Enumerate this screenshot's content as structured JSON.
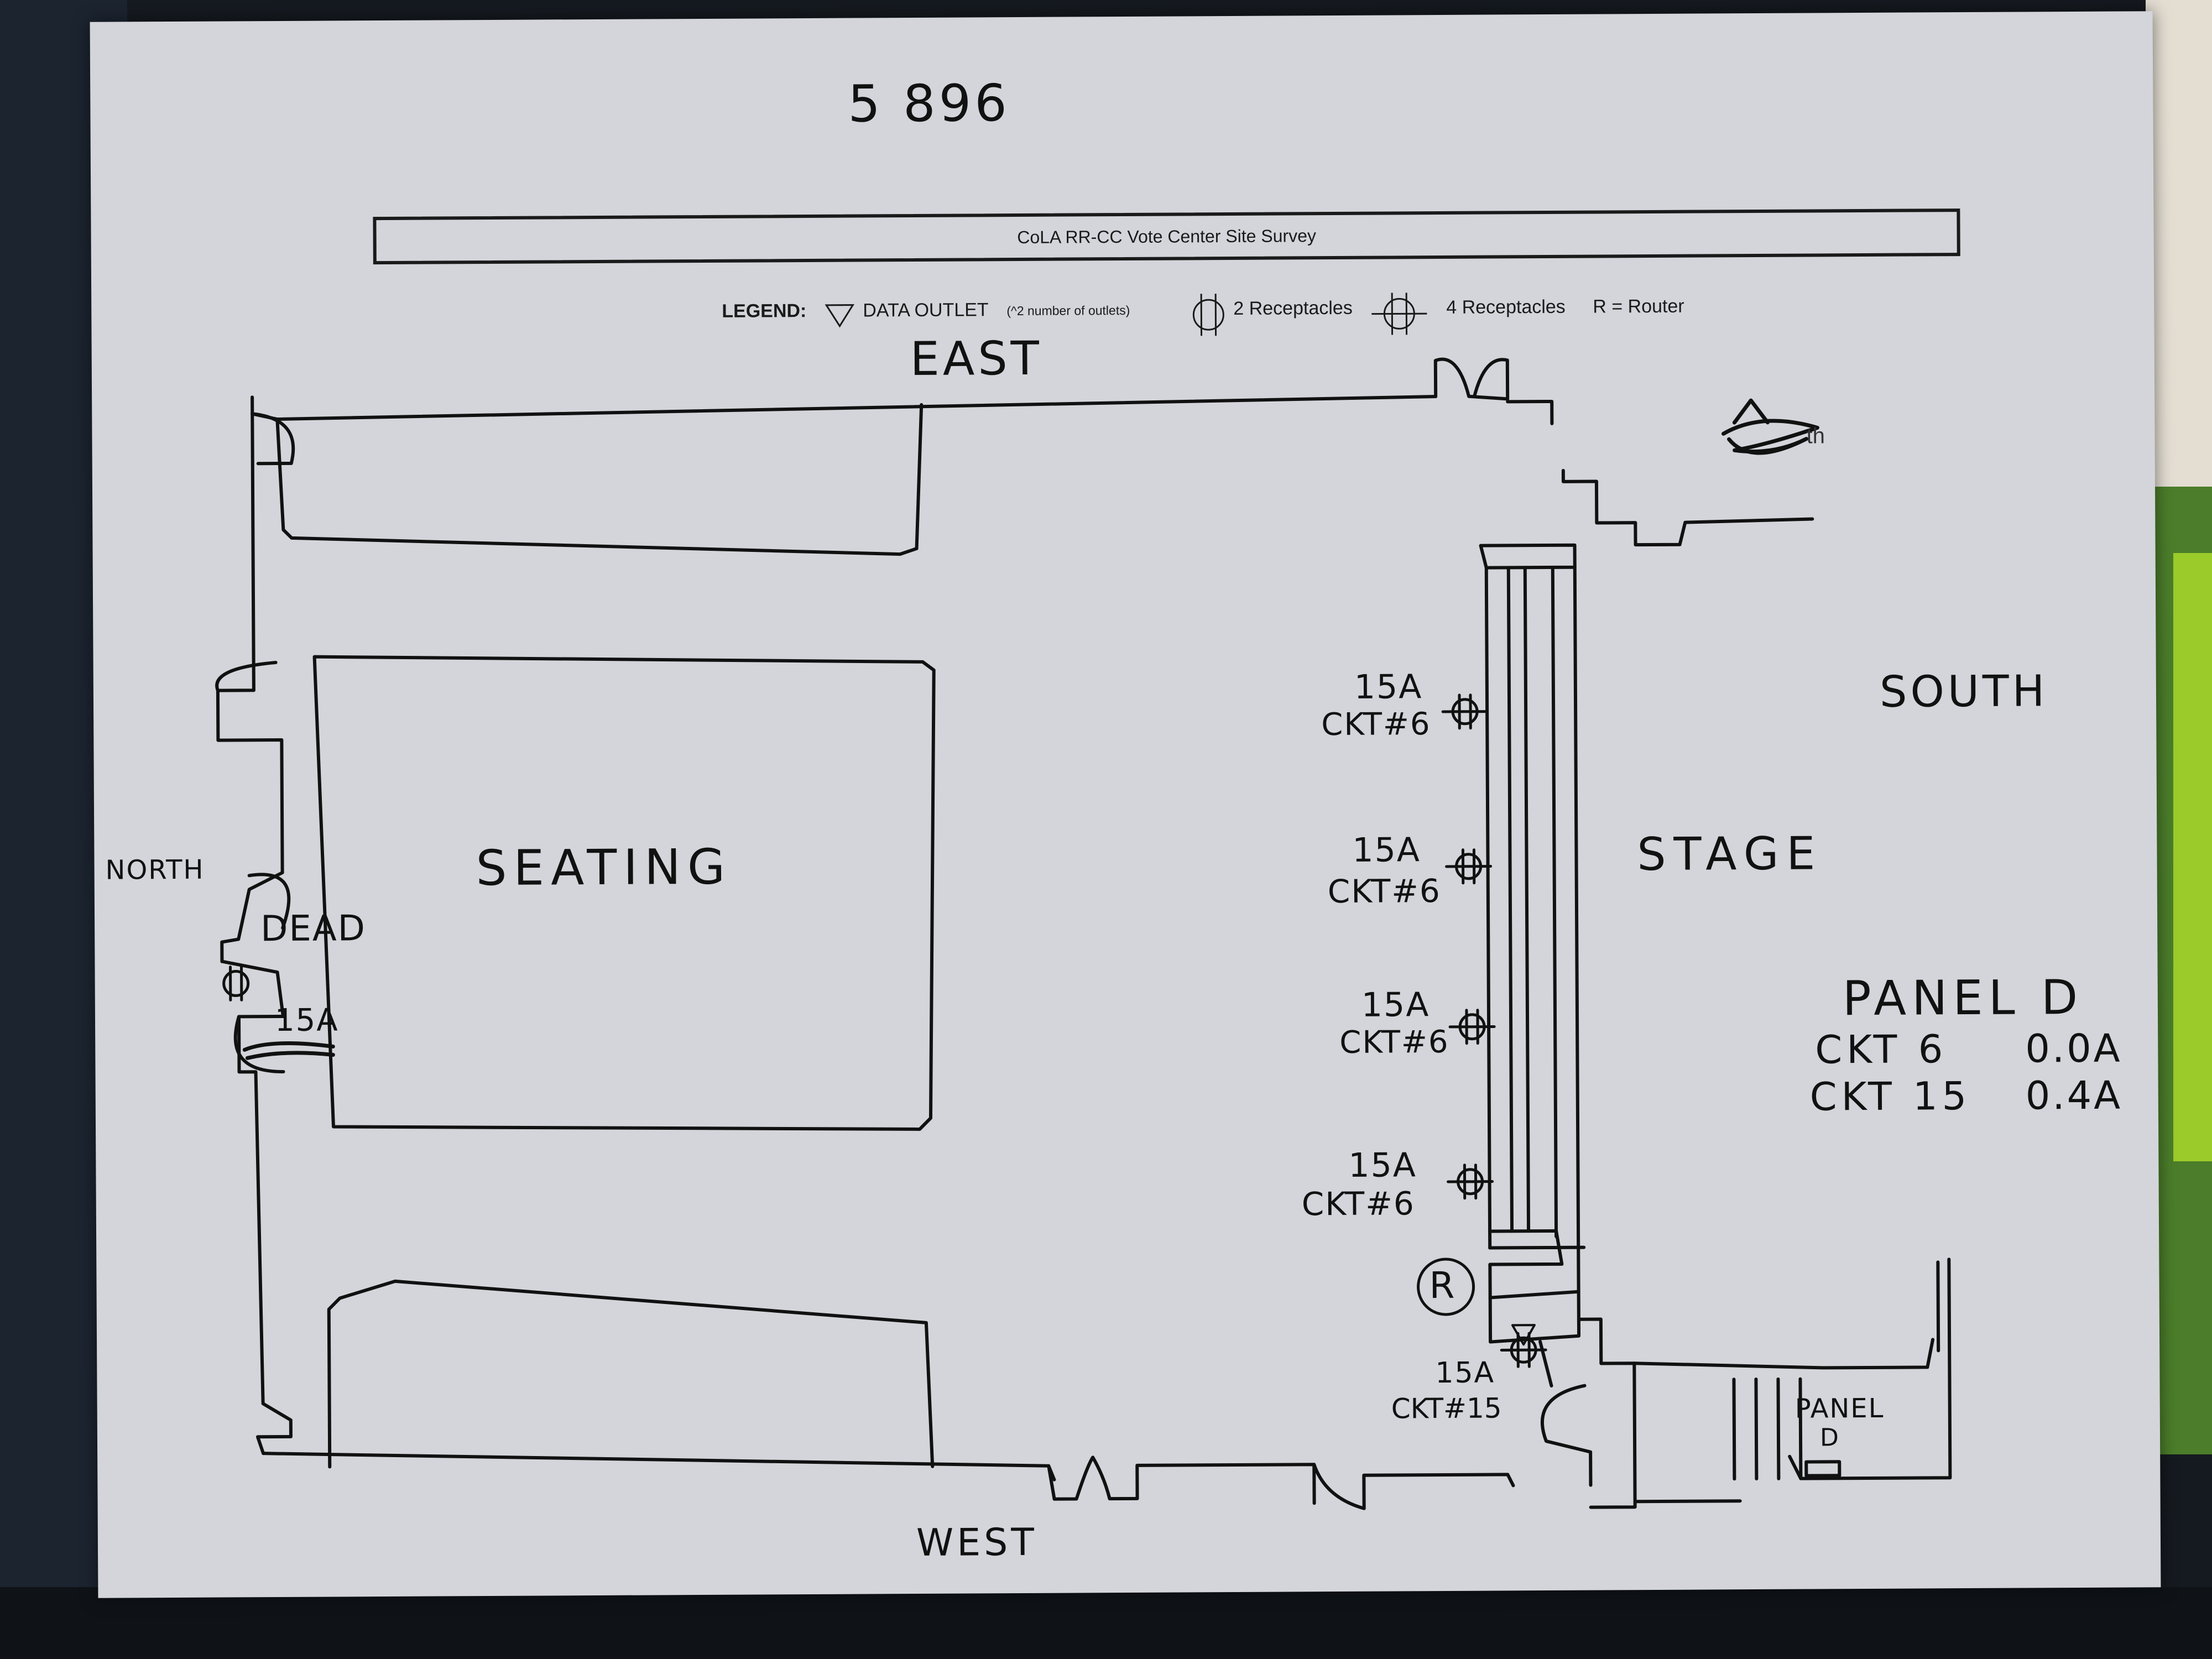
{
  "header": {
    "number": "5 896",
    "title": "CoLA RR-CC Vote Center Site Survey"
  },
  "legend": {
    "label": "LEGEND:",
    "data_outlet": "DATA OUTLET",
    "data_outlet_note": "(^2 number of outlets)",
    "two_receptacles": "2 Receptacles",
    "four_receptacles": "4 Receptacles",
    "router": "R = Router"
  },
  "directions": {
    "east": "EAST",
    "west": "WEST",
    "south": "SOUTH",
    "north": "NORTH",
    "scribble_fragment": "th"
  },
  "areas": {
    "seating": "SEATING",
    "stage": "STAGE"
  },
  "outlets": {
    "north_status": "DEAD",
    "north_amps": "15A",
    "wall": [
      {
        "amps": "15A",
        "circuit": "CKT#6"
      },
      {
        "amps": "15A",
        "circuit": "CKT#6"
      },
      {
        "amps": "15A",
        "circuit": "CKT#6"
      },
      {
        "amps": "15A",
        "circuit": "CKT#6"
      }
    ],
    "bottom": {
      "amps": "15A",
      "circuit": "CKT#15"
    },
    "router_symbol": "R"
  },
  "panel": {
    "title": "PANEL D",
    "rows": [
      {
        "circuit": "CKT 6",
        "reading": "0.0A"
      },
      {
        "circuit": "CKT 15",
        "reading": "0.4A"
      }
    ],
    "room_label_line1": "PANEL",
    "room_label_line2": "D"
  }
}
